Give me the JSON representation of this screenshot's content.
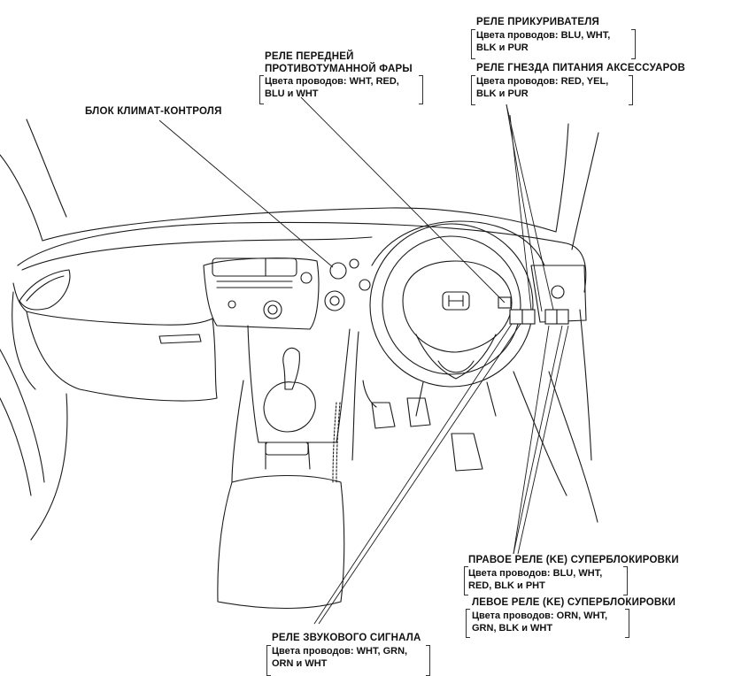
{
  "callouts": {
    "cigarette_relay": {
      "title": "РЕЛЕ ПРИКУРИВАТЕЛЯ",
      "wires": "Цвета проводов: BLU, WHT,\nBLK и PUR"
    },
    "accessory_relay": {
      "title": "РЕЛЕ ГНЕЗДА ПИТАНИЯ АКСЕССУАРОВ",
      "wires": "Цвета проводов: RED, YEL,\nBLK и PUR"
    },
    "fog_relay": {
      "title_line1": "РЕЛЕ ПЕРЕДНЕЙ",
      "title_line2": "ПРОТИВОТУМАННОЙ ФАРЫ",
      "wires": "Цвета проводов: WHT, RED,\nBLU и WHT"
    },
    "climate_unit": {
      "title": "БЛОК КЛИМАТ-КОНТРОЛЯ"
    },
    "right_superlock": {
      "title": "ПРАВОЕ РЕЛЕ (KE) СУПЕРБЛОКИРОВКИ",
      "wires": "Цвета проводов: BLU, WHT,\nRED, BLK и PHT"
    },
    "left_superlock": {
      "title": "ЛЕВОЕ РЕЛЕ (KE) СУПЕРБЛОКИРОВКИ",
      "wires": "Цвета проводов: ORN, WHT,\nGRN, BLK и WHT"
    },
    "horn_relay": {
      "title": "РЕЛЕ ЗВУКОВОГО СИГНАЛА",
      "wires": "Цвета проводов: WHT, GRN,\nORN и WHT"
    }
  },
  "colors": {
    "ink": "#111111",
    "background": "#ffffff"
  }
}
